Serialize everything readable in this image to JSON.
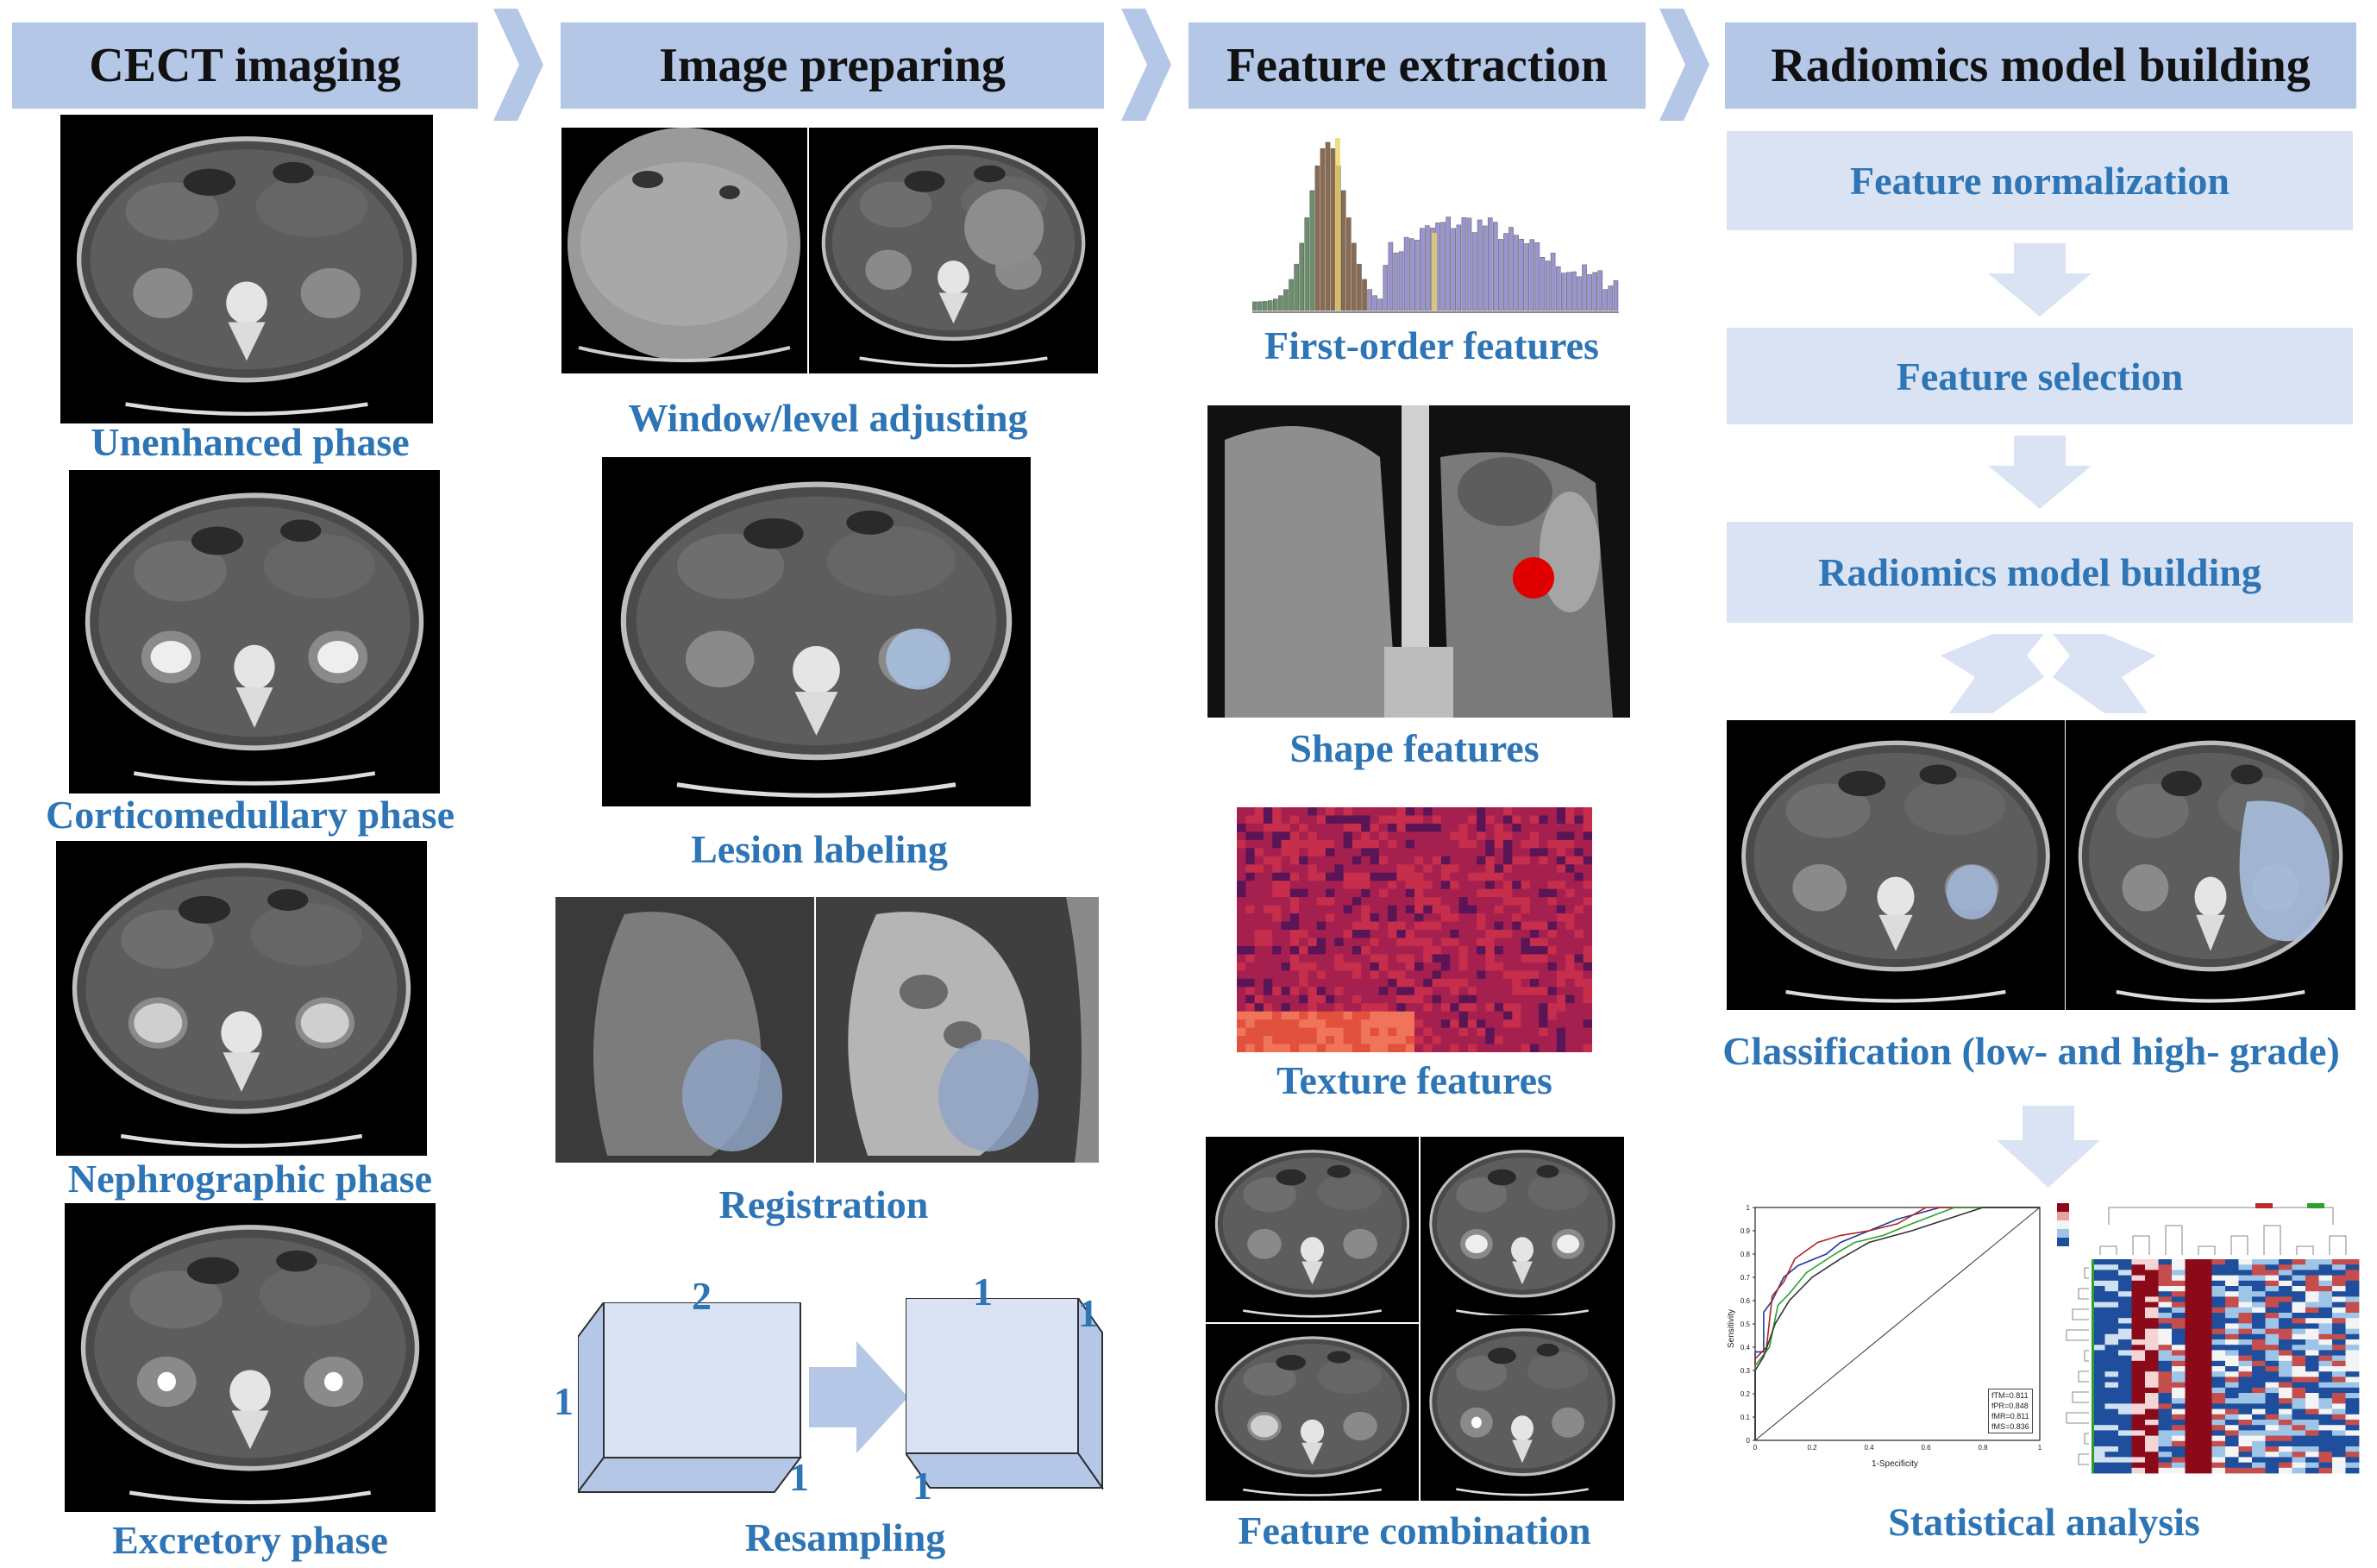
{
  "columns": {
    "cect": {
      "header": "CECT imaging",
      "phases": [
        "Unenhanced phase",
        "Corticomedullary  phase",
        "Nephrographic phase",
        "Excretory phase"
      ]
    },
    "prep": {
      "header": "Image preparing",
      "steps": [
        "Window/level adjusting",
        "Lesion labeling",
        "Registration",
        "Resampling"
      ],
      "resampling_numbers": {
        "top_left": "2",
        "side_left": "1",
        "bottom_left": "1",
        "top_right": "1",
        "side_right": "1",
        "bottom_right": "1"
      }
    },
    "feat": {
      "header": "Feature extraction",
      "features": [
        "First-order features",
        "Shape features",
        "Texture features",
        "Feature combination"
      ]
    },
    "model": {
      "header": "Radiomics model building",
      "steps": [
        "Feature normalization",
        "Feature selection",
        "Radiomics model building"
      ],
      "classification": "Classification (low- and high- grade)",
      "statistical": "Statistical analysis",
      "roc": {
        "ylabel": "Sensitivity",
        "xlabel": "1-Specificity",
        "legend": [
          "fTM=0.811",
          "fPR=0.848",
          "fMR=0.811",
          "fMS=0.836"
        ],
        "colors": [
          "#1f3b9b",
          "#b22222",
          "#2ca02c",
          "#333333"
        ]
      }
    }
  },
  "colors": {
    "header_bg": "#b4c7e7",
    "step_bg": "#dae3f3",
    "label_text": "#2e75b6",
    "arrow": "#b4c7e7"
  }
}
